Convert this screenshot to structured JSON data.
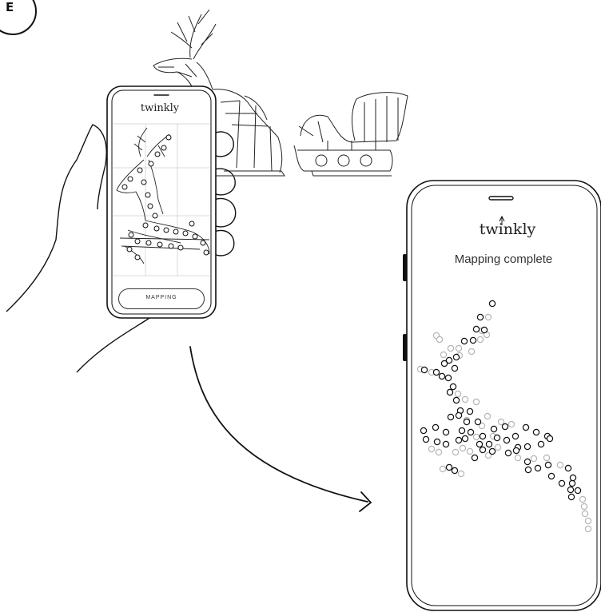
{
  "step": {
    "letter": "E"
  },
  "phone_scanning": {
    "brand": "twinkly",
    "button_label": "MAPPING"
  },
  "phone_result": {
    "brand": "twinkly",
    "heading": "Mapping complete"
  },
  "icons": [
    "hand-icon",
    "reindeer-icon",
    "sleigh-icon",
    "arrow-icon",
    "twinkly-logo-icon"
  ],
  "colors": {
    "line": "#111111",
    "led_mapped": "#111111",
    "led_faint": "#b5b5b5"
  }
}
